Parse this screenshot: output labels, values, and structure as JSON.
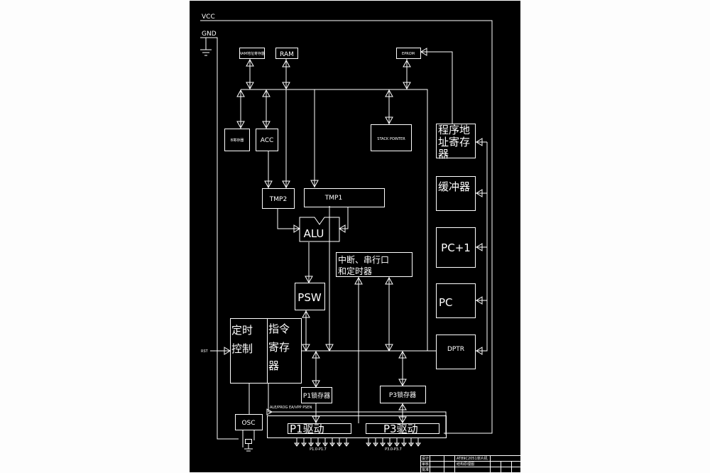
{
  "rails": {
    "vcc": "VCC",
    "gnd": "GND"
  },
  "blocks": {
    "ram_addr_reg": "RAM地址寄存器",
    "ram": "RAM",
    "eprom": "EPROM",
    "b_reg": "B寄存器",
    "acc": "ACC",
    "stack_pointer": "STACK POINTER",
    "prog_addr_reg": [
      "程序地",
      "址寄存",
      "器"
    ],
    "buffer": "缓冲器",
    "pc_inc": "PC+1",
    "pc": "PC",
    "tmp2": "TMP2",
    "tmp1": "TMP1",
    "alu": "ALU",
    "interrupt": [
      "中断、串行口",
      "和定时器"
    ],
    "psw": "PSW",
    "timing_ctrl": [
      "定时",
      "控制"
    ],
    "instr_reg": [
      "指令",
      "寄存",
      "器"
    ],
    "dptr": "DPTR",
    "rst": "RST",
    "p1_latch": "P1锁存器",
    "p3_latch": "P3锁存器",
    "osc": "OSC",
    "p1_drv": "P1驱动",
    "p3_drv": "P3驱动",
    "ale_label": "ALE/PROG EA/VPP PSEN",
    "p1_pins": "P1.0-P1.7",
    "p3_pins": "P3.0-P3.7"
  },
  "title_block": {
    "design": "设计",
    "check": "审核",
    "approve": "批准",
    "drawing_name": [
      "AT89C2051单片机",
      "结构原理图"
    ]
  }
}
